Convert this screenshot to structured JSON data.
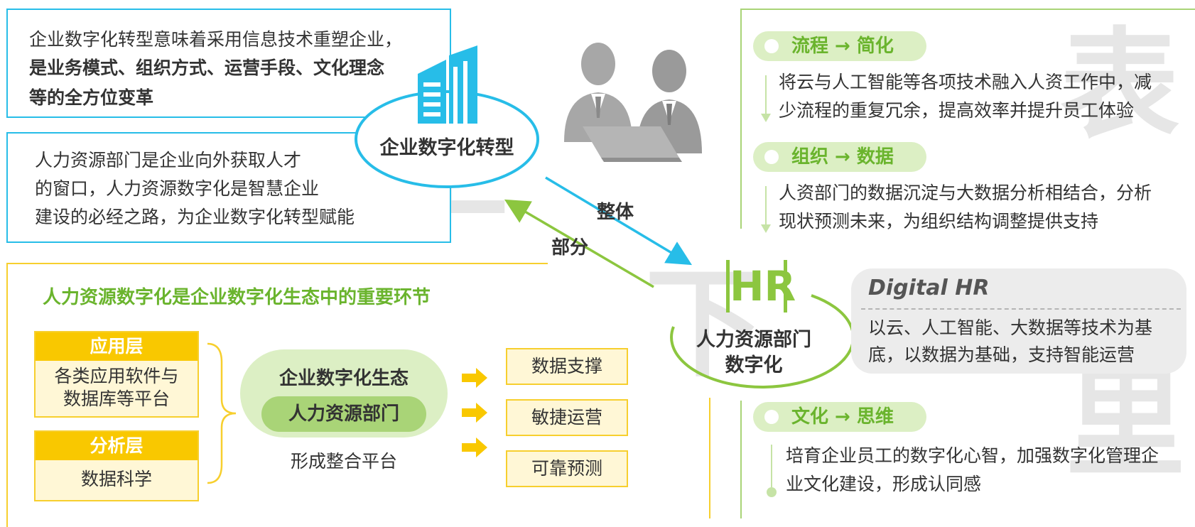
{
  "top_left_box": {
    "line1": "企业数字化转型意味着采用信息技术重塑企业，",
    "line2_prefix": "是",
    "line2_bold": "业务模式、组织方式、运营手段、文化理念",
    "line3_bold": "等的全方位变革"
  },
  "mid_left_box": {
    "line1": "人力资源部门是企业向外获取人才",
    "line2": "的窗口，人力资源数字化是智慧企业",
    "line3": "建设的必经之路，为企业数字化转型赋能"
  },
  "enterprise_circle_label": "企业数字化转型",
  "arrow_labels": {
    "whole": "整体",
    "part": "部分"
  },
  "watermarks": {
    "top": "上",
    "down": "下",
    "surface": "表",
    "inside": "里"
  },
  "bottom_left": {
    "title": "人力资源数字化是企业数字化生态中的重要环节",
    "layers": [
      {
        "head": "应用层",
        "body_line1": "各类应用软件与",
        "body_line2": "数据库等平台"
      },
      {
        "head": "分析层",
        "body_line1": "数据科学",
        "body_line2": ""
      }
    ],
    "ecosystem_label": "企业数字化生态",
    "hr_dept_label": "人力资源部门",
    "platform_label": "形成整合平台",
    "outputs": [
      "数据支撑",
      "敏捷运营",
      "可靠预测"
    ]
  },
  "hr_circle": {
    "logo": "HR",
    "line1": "人力资源部门",
    "line2": "数字化"
  },
  "digital_hr": {
    "title": "Digital HR",
    "line1": "以云、人工智能、大数据等技术为基",
    "line2": "底，以数据为基础，支持智能运营"
  },
  "right_items": [
    {
      "label": "流程 → 简化",
      "line1": "将云与人工智能等各项技术融入人资工作中，减",
      "line2": "少流程的重复冗余，提高效率并提升员工体验"
    },
    {
      "label": "组织 → 数据",
      "line1": "人资部门的数据沉淀与大数据分析相结合，分析",
      "line2": "现状预测未来，为组织结构调整提供支持"
    },
    {
      "label": "文化 → 思维",
      "line1": "培育企业员工的数字化心智，加强数字化管理企",
      "line2": "业文化建设，形成认同感"
    }
  ],
  "colors": {
    "blue": "#27bde8",
    "green": "#8cc63f",
    "yellow": "#f7cf2e",
    "gold": "#f9c800",
    "gray": "#9a9a9a"
  }
}
